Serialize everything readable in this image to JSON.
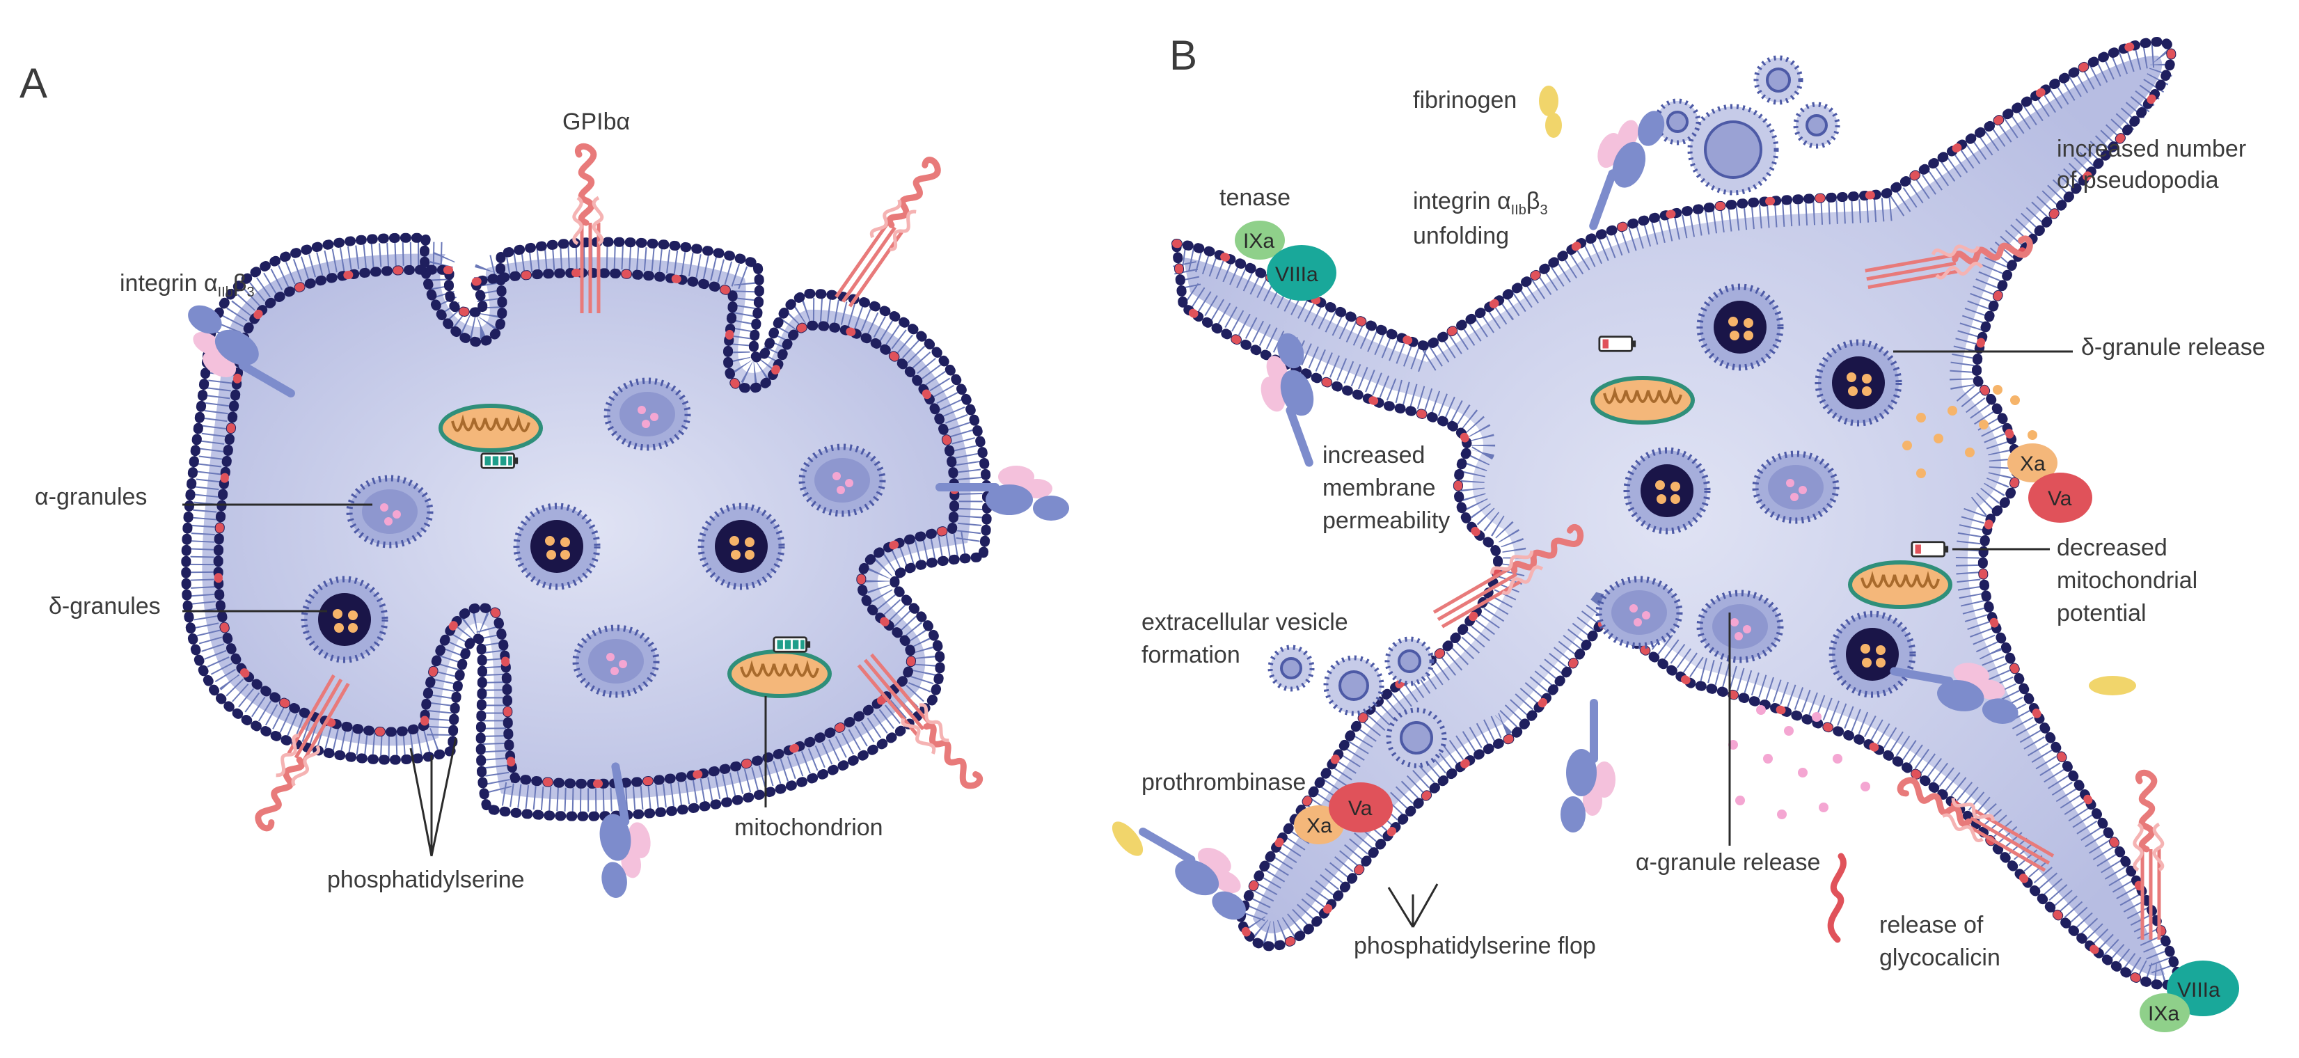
{
  "panels": {
    "a": {
      "letter": "A",
      "labels": {
        "gpib": "GPIbα",
        "integrin_prefix": "integrin α",
        "integrin_sub1": "IIb",
        "integrin_mid": "β",
        "integrin_sub2": "3",
        "alpha_granules": "α-granules",
        "delta_granules": "δ-granules",
        "mitochondrion": "mitochondrion",
        "phosphatidylserine": "phosphatidylserine"
      }
    },
    "b": {
      "letter": "B",
      "labels": {
        "fibrinogen": "fibrinogen",
        "tenase": "tenase",
        "integrin_prefix": "integrin α",
        "integrin_sub1": "IIb",
        "integrin_mid": "β",
        "integrin_sub2": "3",
        "unfolding": "unfolding",
        "pseudopodia_1": "increased number",
        "pseudopodia_2": "of pseudopodia",
        "delta_release": "δ-granule release",
        "permeability_1": "increased",
        "permeability_2": "membrane",
        "permeability_3": "permeability",
        "mito_1": "decreased",
        "mito_2": "mitochondrial",
        "mito_3": "potential",
        "ev_1": "extracellular vesicle",
        "ev_2": "formation",
        "prothrombinase": "prothrombinase",
        "alpha_release": "α-granule release",
        "ps_flop": "phosphatidylserine flop",
        "glyco_1": "release of",
        "glyco_2": "glycocalicin"
      },
      "chips": {
        "IXa": "IXa",
        "VIIIa": "VIIIa",
        "Xa": "Xa",
        "Va": "Va"
      }
    }
  },
  "colors": {
    "cytoplasm": "#c6cbe8",
    "membrane_dark": "#1f1f5e",
    "lipid_tails": "#6a78b8",
    "phosphatidylserine": "#e0525a",
    "gpib": "#e87a7a",
    "integrin": "#7d8ccc",
    "fibrinogen": "#f1d56b",
    "mitochondrion": "#f4b77a",
    "tenase_ixa": "#8fd08a",
    "tenase_viiia": "#19a89a",
    "xa": "#f4b77a",
    "va": "#e0525a"
  }
}
